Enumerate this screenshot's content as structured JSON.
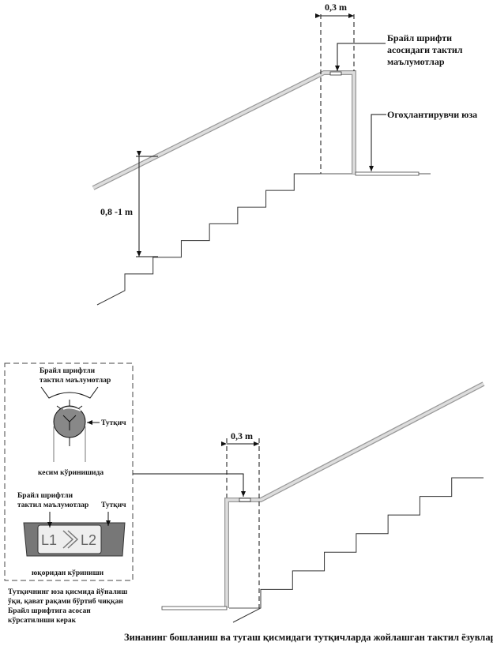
{
  "top_diagram": {
    "width_label": "0,3 m",
    "braille_label": [
      "Брайл шрифти",
      "асосидаги тактил",
      "маълумотлар"
    ],
    "warning_label": "Огоҳлантирувчи юза",
    "height_label": "0,8 -1 m"
  },
  "bottom_diagram": {
    "width_label": "0,3 m"
  },
  "detail_box": {
    "section_braille_label": [
      "Брайл шрифтли",
      "тактил маълумотлар"
    ],
    "section_handrail_label": "Тутқич",
    "section_caption": "кесим кўринишида",
    "top_braille_label": [
      "Брайл шрифтли",
      "тактил маълумотлар"
    ],
    "top_handrail_label": "Тутқич",
    "plate_from": "L1",
    "plate_to": "L2",
    "top_caption": "юқоридан кўриниши"
  },
  "note": [
    "Тутқичнинг юза қисмида йўналиш",
    "ўқи, қават рақами бўртиб чиққан",
    "Брайл шрифтига асосан",
    "кўрсатилиши керак"
  ],
  "caption": "Зинанинг бошланиш ва тугаш қисмидаги тутқичларда жойлашган тактил ёзувлар"
}
